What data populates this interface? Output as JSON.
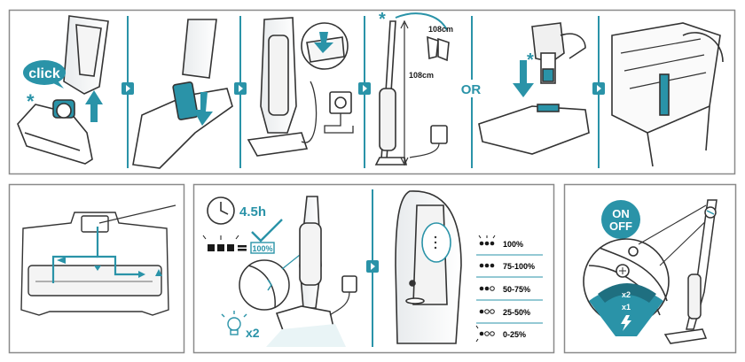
{
  "step_top": {
    "click_label": "click",
    "star": "*",
    "dim_small": "108cm",
    "dim_large": "108cm",
    "or_label": "OR"
  },
  "charging": {
    "time_label": "4.5h",
    "full_label": "100%",
    "bulb_label": "x2"
  },
  "battery_levels": [
    {
      "label": "100%"
    },
    {
      "label": "75-100%"
    },
    {
      "label": "50-75%"
    },
    {
      "label": "25-50%"
    },
    {
      "label": "0-25%"
    }
  ],
  "power": {
    "on_label": "ON",
    "off_label": "OFF",
    "x2_label": "x2",
    "x1_label": "x1"
  },
  "colors": {
    "accent": "#2a93a8",
    "frame": "#8a8a8a",
    "line": "#333333",
    "light_fill": "#f1f3f4"
  }
}
